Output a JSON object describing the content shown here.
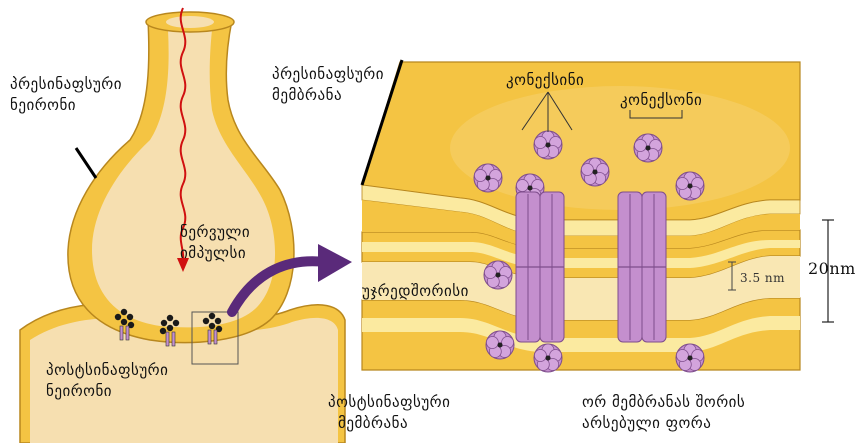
{
  "colors": {
    "membrane_yellow": "#f4c443",
    "membrane_light": "#fbeaa0",
    "cytoplasm": "#f6dfb0",
    "connexin": "#c48fce",
    "connexin_dark": "#7e4d8c",
    "arrow_red": "#d01010",
    "arrow_purple": "#5a2a7a"
  },
  "labels": {
    "presynaptic_neuron": [
      "პრესინაფსური",
      "ნეირონი"
    ],
    "nerve_impulse": [
      "ნერვული",
      "იმპულსი"
    ],
    "postsynaptic_neuron": [
      "პოსტსინაფსური",
      "ნეირონი"
    ],
    "presynaptic_membrane": [
      "პრესინაფსური",
      "მემბრანა"
    ],
    "connexin_1": "კონექსინი",
    "connexin_2": "კონექსონი",
    "intercellular": "უჯრედშორისი",
    "gap_3_5nm": "3.5 nm",
    "gap_20nm": "20nm",
    "postsynaptic_membrane": [
      "პოსტსინაფსური",
      "მემბრანა"
    ],
    "pore_between_membranes": [
      "ორ მემბრანას შორის",
      "არსებული ფორა"
    ]
  }
}
